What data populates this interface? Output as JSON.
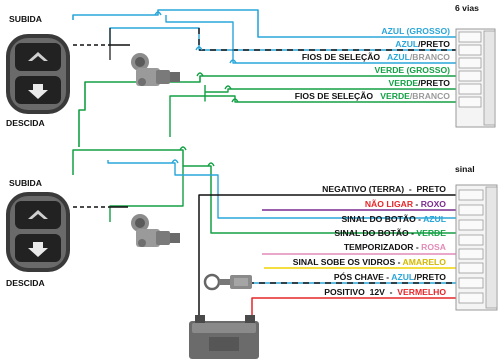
{
  "connectors": {
    "top_title": "6 vias",
    "bottom_title": "sinal"
  },
  "switches": [
    {
      "up_label": "SUBIDA",
      "down_label": "DESCIDA"
    },
    {
      "up_label": "SUBIDA",
      "down_label": "DESCIDA"
    }
  ],
  "top_labels": [
    {
      "segments": [
        {
          "text": "AZUL (GROSSO)",
          "color": "#2aa6d8"
        }
      ]
    },
    {
      "segments": [
        {
          "text": "AZUL",
          "color": "#2aa6d8"
        },
        {
          "text": "/PRETO",
          "color": "#111111"
        }
      ]
    },
    {
      "segments": [
        {
          "text": "FIOS DE SELEÇÃO",
          "color": "#111111"
        },
        {
          "text": "   ",
          "color": "#111111"
        },
        {
          "text": "AZUL",
          "color": "#2aa6d8"
        },
        {
          "text": "/BRANCO",
          "color": "#9a9a9a"
        }
      ]
    },
    {
      "segments": [
        {
          "text": "VERDE (GROSSO)",
          "color": "#13a044"
        }
      ]
    },
    {
      "segments": [
        {
          "text": "VERDE",
          "color": "#13a044"
        },
        {
          "text": "/PRETO",
          "color": "#111111"
        }
      ]
    },
    {
      "segments": [
        {
          "text": "FIOS DE SELEÇÃO",
          "color": "#111111"
        },
        {
          "text": "   ",
          "color": "#111111"
        },
        {
          "text": "VERDE",
          "color": "#13a044"
        },
        {
          "text": "/BRANCO",
          "color": "#9a9a9a"
        }
      ]
    }
  ],
  "bottom_labels": [
    {
      "segments": [
        {
          "text": "NEGATIVO (TERRA)  -  PRETO",
          "color": "#111111"
        }
      ]
    },
    {
      "segments": [
        {
          "text": "NÃO LIGAR",
          "color": "#e5262a"
        },
        {
          "text": " - ",
          "color": "#111111"
        },
        {
          "text": "ROXO",
          "color": "#7a2b8f"
        }
      ]
    },
    {
      "segments": [
        {
          "text": "SINAL DO BOTÃO - ",
          "color": "#111111"
        },
        {
          "text": "AZUL",
          "color": "#2aa6d8"
        }
      ]
    },
    {
      "segments": [
        {
          "text": "SINAL DO BOTÃO - ",
          "color": "#111111"
        },
        {
          "text": "VERDE",
          "color": "#13a044"
        }
      ]
    },
    {
      "segments": [
        {
          "text": "TEMPORIZADOR - ",
          "color": "#111111"
        },
        {
          "text": "ROSA",
          "color": "#e28ab8"
        }
      ]
    },
    {
      "segments": [
        {
          "text": "SINAL SOBE OS VIDROS - ",
          "color": "#111111"
        },
        {
          "text": "AMARELO",
          "color": "#d4b800"
        }
      ]
    },
    {
      "segments": [
        {
          "text": "PÓS CHAVE - ",
          "color": "#111111"
        },
        {
          "text": "AZUL",
          "color": "#2aa6d8"
        },
        {
          "text": "/PRETO",
          "color": "#111111"
        }
      ]
    },
    {
      "segments": [
        {
          "text": "POSITIVO  12V  -  ",
          "color": "#111111"
        },
        {
          "text": "VERMELHO",
          "color": "#e5262a"
        }
      ]
    }
  ],
  "colors": {
    "blue": "#2aa6d8",
    "green": "#13a044",
    "black": "#111111",
    "purple": "#7a2b8f",
    "pink": "#e28ab8",
    "yellow": "#f2d400",
    "red": "#e5262a",
    "connector_fill": "#f4f4f4",
    "connector_stroke": "#9a9a9a"
  },
  "icons": {
    "switch": "power-window-switch-icon",
    "motor": "window-motor-icon",
    "battery": "car-battery-icon",
    "key": "ignition-key-icon"
  }
}
